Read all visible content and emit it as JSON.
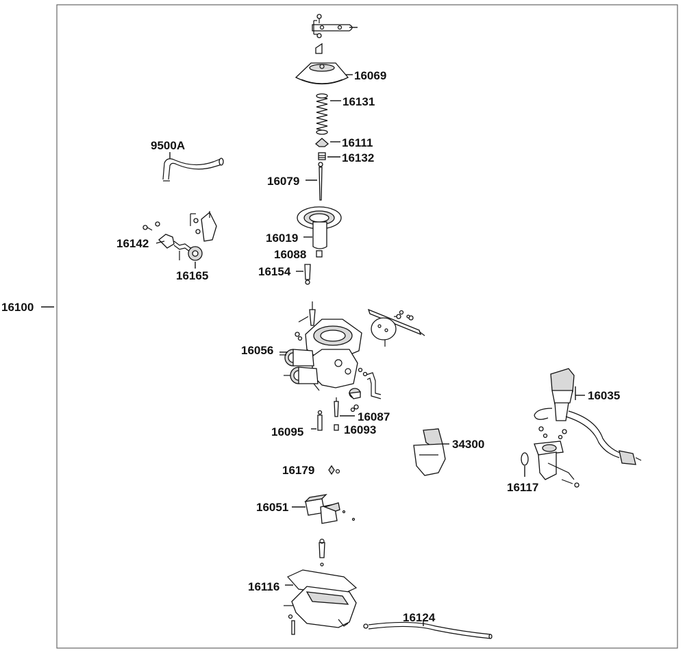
{
  "assembly_label": "16100",
  "callouts": {
    "c16069": "16069",
    "c16131": "16131",
    "c16111": "16111",
    "c16132": "16132",
    "c16079": "16079",
    "c16019": "16019",
    "c16088": "16088",
    "c16154": "16154",
    "c9500a": "9500A",
    "c16142": "16142",
    "c16165": "16165",
    "c16056": "16056",
    "c16087": "16087",
    "c16095": "16095",
    "c16093": "16093",
    "c16035": "16035",
    "c34300": "34300",
    "c16117": "16117",
    "c16179": "16179",
    "c16051": "16051",
    "c16116": "16116",
    "c16124": "16124"
  }
}
